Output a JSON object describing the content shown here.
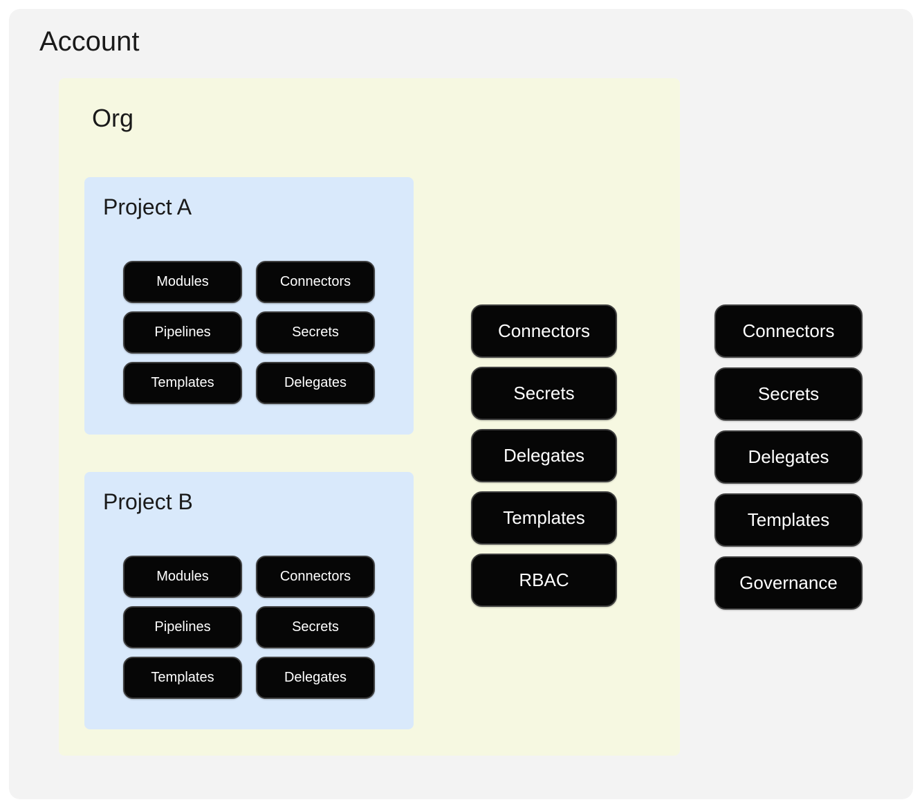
{
  "diagram": {
    "account": {
      "title": "Account",
      "pills": [
        "Connectors",
        "Secrets",
        "Delegates",
        "Templates",
        "Governance"
      ]
    },
    "org": {
      "title": "Org",
      "pills": [
        "Connectors",
        "Secrets",
        "Delegates",
        "Templates",
        "RBAC"
      ]
    },
    "projects": [
      {
        "title": "Project A",
        "pills": [
          "Modules",
          "Connectors",
          "Pipelines",
          "Secrets",
          "Templates",
          "Delegates"
        ]
      },
      {
        "title": "Project B",
        "pills": [
          "Modules",
          "Connectors",
          "Pipelines",
          "Secrets",
          "Templates",
          "Delegates"
        ]
      }
    ],
    "colors": {
      "page_bg": "#ffffff",
      "account_bg": "#f3f3f3",
      "org_bg": "#f6f8e1",
      "project_bg": "#d9e9fb",
      "pill_bg": "#060606",
      "pill_border": "#3e3e3e",
      "pill_text": "#ffffff",
      "title_text": "#1a1a1a"
    }
  }
}
